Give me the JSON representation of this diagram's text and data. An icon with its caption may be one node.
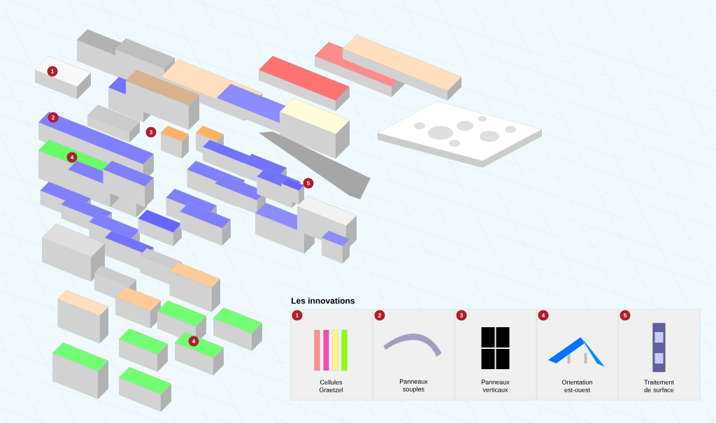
{
  "diagram": {
    "nodes": [
      {
        "text": [
          "1",
          "Cellules Graetzel"
        ]
      },
      {
        "text": [
          "2",
          "Panneaux souples"
        ]
      },
      {
        "text": [
          "3",
          "Panneaux verticaux"
        ]
      },
      {
        "text": [
          "4",
          "Orientation est-ouest"
        ]
      },
      {
        "text": [
          "5",
          "Traitement de surface"
        ]
      }
    ],
    "labels": [
      "1",
      "2",
      "3",
      "4",
      "5",
      "4",
      "Les innovations"
    ]
  }
}
